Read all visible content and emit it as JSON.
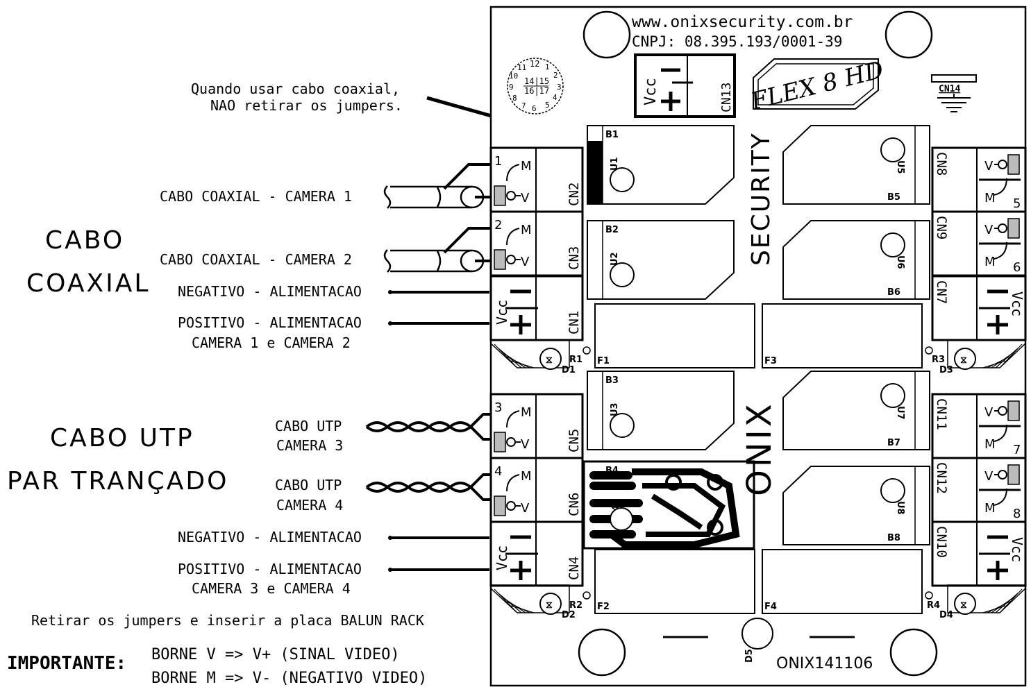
{
  "board": {
    "url": "www.onixsecurity.com.br",
    "cnpj": "CNPJ: 08.395.193/0001-39",
    "model": "FLEX 8 HD",
    "security": "SECURITY",
    "onix": "ONIX",
    "code": "ONIX141106",
    "cn14": "CN14",
    "cn13": "CN13",
    "dial": {
      "top": "12",
      "center1": "14|15",
      "center2": "16|17",
      "nums": [
        "1",
        "2",
        "3",
        "4",
        "5",
        "6",
        "7",
        "8",
        "9",
        "10",
        "11"
      ]
    }
  },
  "notes": {
    "coax_note_line1": "Quando usar cabo coaxial,",
    "coax_note_line2": "NAO retirar os jumpers.",
    "utp_note": "Retirar os jumpers e inserir a placa  BALUN RACK",
    "important_label": "IMPORTANTE:",
    "important_line1": "BORNE V => V+ (SINAL VIDEO)",
    "important_line2": "BORNE M => V- (NEGATIVO VIDEO)"
  },
  "sections": {
    "coax_title_1": "CABO",
    "coax_title_2": "COAXIAL",
    "utp_title_1": "CABO UTP",
    "utp_title_2": "PAR TRANÇADO"
  },
  "wires": {
    "coax_cam1": "CABO COAXIAL - CAMERA 1",
    "coax_cam2": "CABO COAXIAL - CAMERA 2",
    "neg1": "NEGATIVO - ALIMENTACAO",
    "pos1": "POSITIVO - ALIMENTACAO",
    "cams12": "CAMERA 1 e CAMERA 2",
    "utp_cam3_1": "CABO UTP",
    "utp_cam3_2": "CAMERA 3",
    "utp_cam4_1": "CABO UTP",
    "utp_cam4_2": "CAMERA 4",
    "neg2": "NEGATIVO - ALIMENTACAO",
    "pos2": "POSITIVO - ALIMENTACAO",
    "cams34": "CAMERA 3 e CAMERA 4"
  },
  "connectors": {
    "left": [
      {
        "id": "CN2",
        "num": "1",
        "type": "video"
      },
      {
        "id": "CN3",
        "num": "2",
        "type": "video"
      },
      {
        "id": "CN1",
        "num": "",
        "type": "power"
      },
      {
        "id": "CN5",
        "num": "3",
        "type": "video"
      },
      {
        "id": "CN6",
        "num": "4",
        "type": "video"
      },
      {
        "id": "CN4",
        "num": "",
        "type": "power"
      }
    ],
    "right": [
      {
        "id": "CN8",
        "num": "5",
        "type": "video"
      },
      {
        "id": "CN9",
        "num": "6",
        "type": "video"
      },
      {
        "id": "CN7",
        "num": "",
        "type": "power"
      },
      {
        "id": "CN11",
        "num": "7",
        "type": "video"
      },
      {
        "id": "CN12",
        "num": "8",
        "type": "video"
      },
      {
        "id": "CN10",
        "num": "",
        "type": "power"
      }
    ],
    "pin_m": "M",
    "pin_v": "V",
    "vcc": "Vcc"
  },
  "baluns": [
    {
      "b": "B1",
      "u": "U1"
    },
    {
      "b": "B2",
      "u": "U2"
    },
    {
      "b": "B3",
      "u": "U3"
    },
    {
      "b": "B4",
      "u": "U4"
    },
    {
      "b": "B5",
      "u": "U5"
    },
    {
      "b": "B6",
      "u": "U6"
    },
    {
      "b": "B7",
      "u": "U7"
    },
    {
      "b": "B8",
      "u": "U8"
    }
  ],
  "fuses": [
    "F1",
    "F2",
    "F3",
    "F4"
  ],
  "resistors": [
    "R1",
    "R2",
    "R3",
    "R4"
  ],
  "diodes": [
    "D1",
    "D2",
    "D3",
    "D4",
    "D5"
  ]
}
